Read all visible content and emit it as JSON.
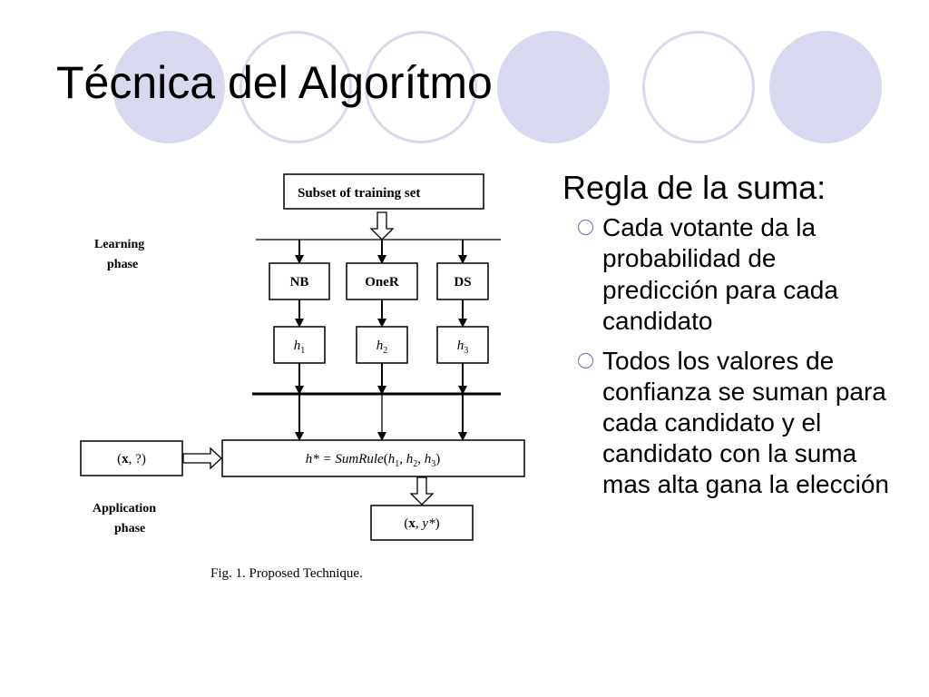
{
  "slide": {
    "title": "Técnica del Algorítmo",
    "colors": {
      "circle_fill": "#d8d8ee",
      "bullet": "#6c6ca8"
    }
  },
  "diagram": {
    "subset_label": "Subset of training set",
    "learning_phase": [
      "Learning",
      "phase"
    ],
    "application_phase": [
      "Application",
      "phase"
    ],
    "classifiers": [
      "NB",
      "OneR",
      "DS"
    ],
    "hypotheses": [
      {
        "base": "h",
        "sub": "1"
      },
      {
        "base": "h",
        "sub": "2"
      },
      {
        "base": "h",
        "sub": "3"
      }
    ],
    "input_label": {
      "pre": "(",
      "bold": "x",
      "post": ", ?)"
    },
    "sumrule": {
      "lhs": "h* = ",
      "fn": "SumRule",
      "args": [
        {
          "base": "h",
          "sub": "1"
        },
        {
          "base": "h",
          "sub": "2"
        },
        {
          "base": "h",
          "sub": "3"
        }
      ]
    },
    "output_label": {
      "pre": "(",
      "bold": "x",
      "mid": ", ",
      "ital": "y*",
      "post": ")"
    },
    "caption": "Fig. 1.  Proposed Technique."
  },
  "content": {
    "heading": "Regla de la suma:",
    "bullets": [
      "Cada votante da la probabilidad de predicción para cada candidato",
      "Todos los valores de confianza se suman para cada candidato y el candidato con la suma mas alta gana la elección"
    ]
  }
}
